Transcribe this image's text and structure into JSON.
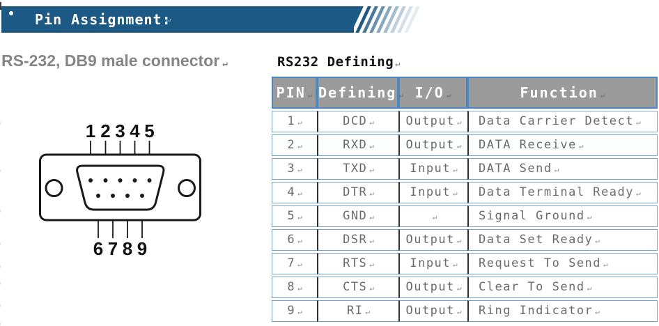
{
  "banner": {
    "title": "Pin Assignment:"
  },
  "left_section": {
    "heading": "RS-232, DB9 male connector"
  },
  "diagram": {
    "top_pin_labels": [
      "1",
      "2",
      "3",
      "4",
      "5"
    ],
    "bottom_pin_labels": [
      "6",
      "7",
      "8",
      "9"
    ]
  },
  "table_section": {
    "title": "RS232 Defining",
    "headers": {
      "pin": "PIN",
      "defining": "Defining",
      "io": "I/O",
      "function": "Function"
    },
    "rows": [
      {
        "pin": "1",
        "defining": "DCD",
        "io": "Output",
        "function": "Data Carrier Detect"
      },
      {
        "pin": "2",
        "defining": "RXD",
        "io": "Output",
        "function": "DATA Receive"
      },
      {
        "pin": "3",
        "defining": "TXD",
        "io": "Input",
        "function": "DATA Send"
      },
      {
        "pin": "4",
        "defining": "DTR",
        "io": "Input",
        "function": "Data Terminal Ready"
      },
      {
        "pin": "5",
        "defining": "GND",
        "io": "",
        "function": "Signal Ground"
      },
      {
        "pin": "6",
        "defining": "DSR",
        "io": "Output",
        "function": "Data Set Ready"
      },
      {
        "pin": "7",
        "defining": "RTS",
        "io": "Input",
        "function": "Request To Send"
      },
      {
        "pin": "8",
        "defining": "CTS",
        "io": "Output",
        "function": "Clear To Send"
      },
      {
        "pin": "9",
        "defining": "RI",
        "io": "Output",
        "function": "Ring Indicator"
      }
    ]
  },
  "glyphs": {
    "return_mark": "↵"
  },
  "colors": {
    "banner_blue": "#1c5a85",
    "header_border_blue": "#4a86c2",
    "row_border_blue": "#74a3cf",
    "header_gray": "#9b9b9b",
    "text_gray": "#6b6b6b"
  }
}
